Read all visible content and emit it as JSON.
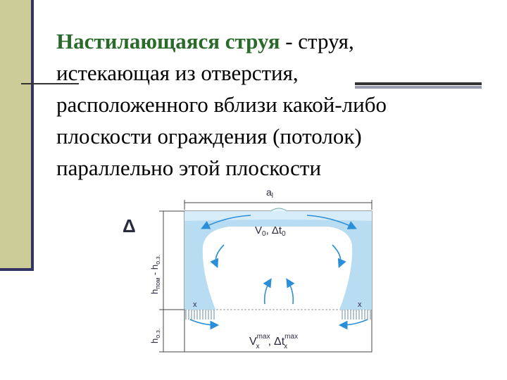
{
  "definition": {
    "term": "Настилающаяся струя",
    "separator": " - ",
    "lines": [
      "струя,",
      "истекающая из отверстия,",
      "расположенного вблизи какой-либо",
      "плоскости ограждения (потолок)",
      "параллельно этой плоскости"
    ]
  },
  "diagram": {
    "label_width": "a",
    "label_width_sub": "l",
    "label_velocity_top": "V",
    "label_velocity_top_sub": "0",
    "label_delta_t_top": ", Δt",
    "label_delta_t_top_sub": "0",
    "label_height_room": "h",
    "label_height_room_sub": "пом",
    "label_height_minus": " - h",
    "label_height_zone_sub": "о.з.",
    "label_zone_h": "h",
    "label_zone_h_sub": "о.з.",
    "label_vx": "V",
    "label_vx_sup": "max",
    "label_vx_sub": "x",
    "label_comma": ",",
    "label_delta_tx": "Δt",
    "label_delta_tx_sup": "max",
    "label_delta_tx_sub": "x",
    "label_x_left": "x",
    "label_x_right": "x",
    "label_delta_symbol": "Δ",
    "colors": {
      "jet": "#b8dcf2",
      "arrow": "#2a8fd6",
      "frame": "#444444"
    }
  }
}
